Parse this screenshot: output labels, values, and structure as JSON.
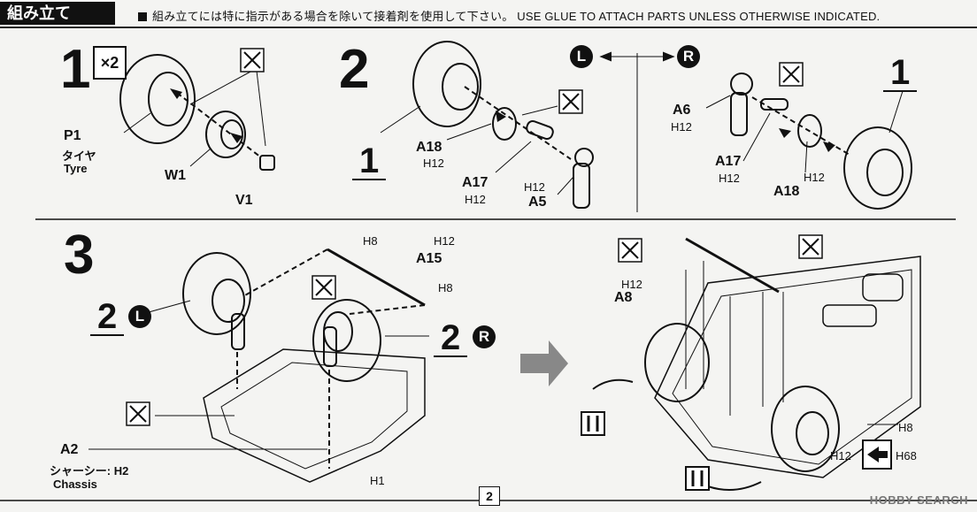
{
  "header": {
    "title": "組み立て",
    "notice": "組み立てには特に指示がある場合を除いて接着剤を使用して下さい。 USE GLUE TO ATTACH PARTS UNLESS OTHERWISE INDICATED."
  },
  "step1": {
    "number": "1",
    "multiplier": "×2",
    "p1": "P1",
    "tyre_jp": "タイヤ",
    "tyre_en": "Tyre",
    "w1": "W1",
    "v1": "V1"
  },
  "step2": {
    "number": "2",
    "ref": "1",
    "a18": "A18",
    "a17": "A17",
    "a5": "A5",
    "h12": "H12",
    "left_mark": "L",
    "right_mark": "R"
  },
  "step2r": {
    "ref": "1",
    "a6": "A6",
    "a17": "A17",
    "a18": "A18",
    "h12": "H12"
  },
  "step3": {
    "number": "3",
    "sub_left": "2",
    "sub_right": "2",
    "left_mark": "L",
    "right_mark": "R",
    "h8": "H8",
    "h12": "H12",
    "a15": "A15",
    "a2": "A2",
    "chassis_jp": "シャーシー",
    "h2": "H2",
    "chassis_en": "Chassis",
    "h1": "H1",
    "a8": "A8",
    "h68": "H68"
  },
  "footer": {
    "page": "2",
    "watermark": "HOBBY SEARCH"
  }
}
